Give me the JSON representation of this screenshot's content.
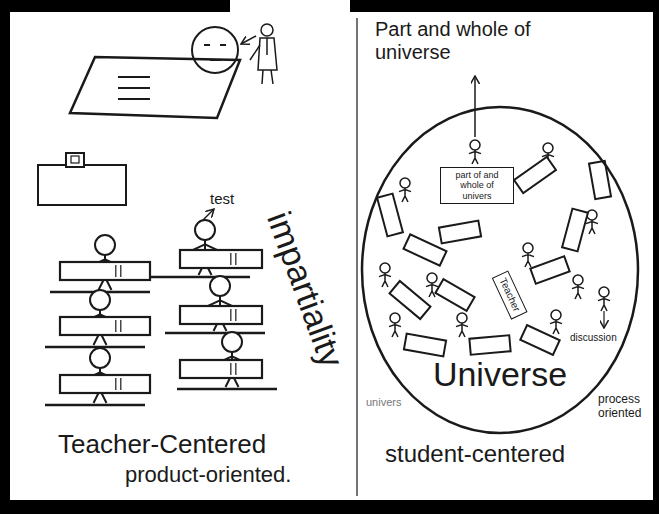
{
  "diagram": {
    "nodes": [
      {
        "text": [
          "Universe"
        ]
      },
      {
        "text": [
          "part of and whole of univers"
        ],
        "in": 0
      },
      {
        "text": [
          "Teacher"
        ],
        "in": 0
      }
    ],
    "labels": [
      "Part and whole of universe",
      "test",
      "impartiality",
      "Teacher-Centered",
      "product-oriented.",
      "discussion",
      "univers",
      "process oriented",
      "student-centered"
    ]
  }
}
